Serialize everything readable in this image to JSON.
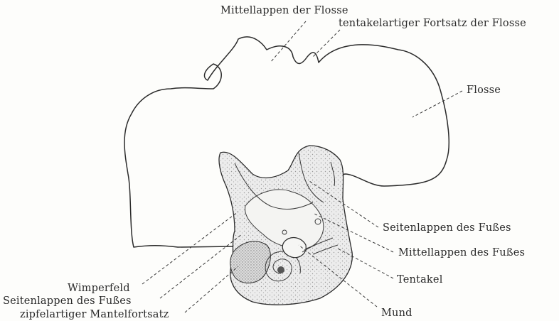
{
  "labels": {
    "mittellappen_flosse": "Mittellappen der Flosse",
    "tentakel_fortsatz_flosse": "tentakelartiger Fortsatz der Flosse",
    "flosse": "Flosse",
    "seitenlappen_fuss_right": "Seitenlappen des Fußes",
    "mittellappen_fuss": "Mittellappen des Fußes",
    "tentakel": "Tentakel",
    "mund": "Mund",
    "wimperfeld": "Wimperfeld",
    "seitenlappen_fuss_left": "Seitenlappen des Fußes",
    "mantelfortsatz": "zipfelartiger Mantelfortsatz"
  },
  "colors": {
    "ink": "#2b2b2b",
    "stipple": "#9a9a9a",
    "background": "#fdfdfb"
  }
}
